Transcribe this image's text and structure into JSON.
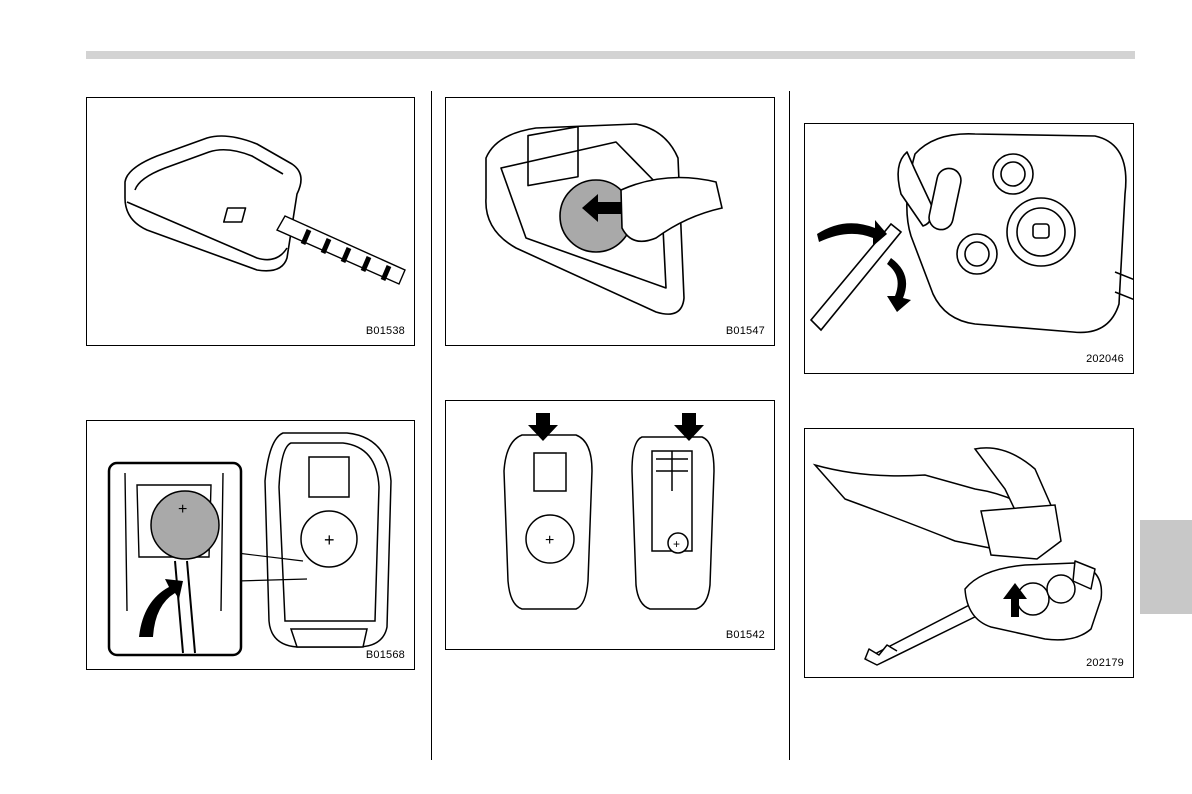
{
  "figures": [
    {
      "id": "remote-key-open-with-key",
      "code": "B01538"
    },
    {
      "id": "remote-battery-insert",
      "code": "B01547"
    },
    {
      "id": "keyhead-pry-open",
      "code": "202046"
    },
    {
      "id": "remote-battery-detail",
      "code": "B01568"
    },
    {
      "id": "remote-reassemble",
      "code": "B01542"
    },
    {
      "id": "keyhead-battery-remove",
      "code": "202179"
    }
  ],
  "colors": {
    "rule": "#d3d3d3",
    "side_tab": "#c8c8c8",
    "battery_fill": "#a9a9a9"
  }
}
